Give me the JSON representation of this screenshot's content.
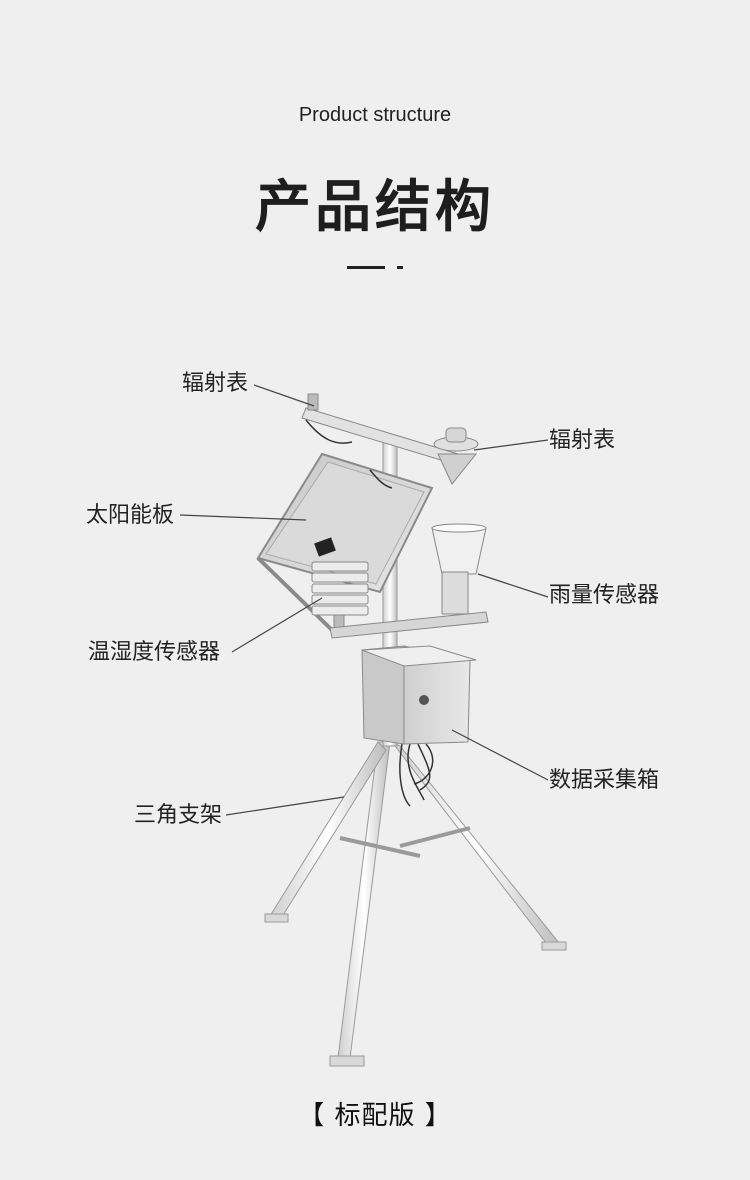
{
  "header": {
    "subtitle": "Product structure",
    "title": "产品结构"
  },
  "labels": {
    "radiometer_left": "辐射表",
    "radiometer_right": "辐射表",
    "solar_panel": "太阳能板",
    "rain_gauge": "雨量传感器",
    "temp_humidity": "温湿度传感器",
    "data_box": "数据采集箱",
    "tripod": "三角支架"
  },
  "footer": {
    "version": "【 标配版 】"
  }
}
